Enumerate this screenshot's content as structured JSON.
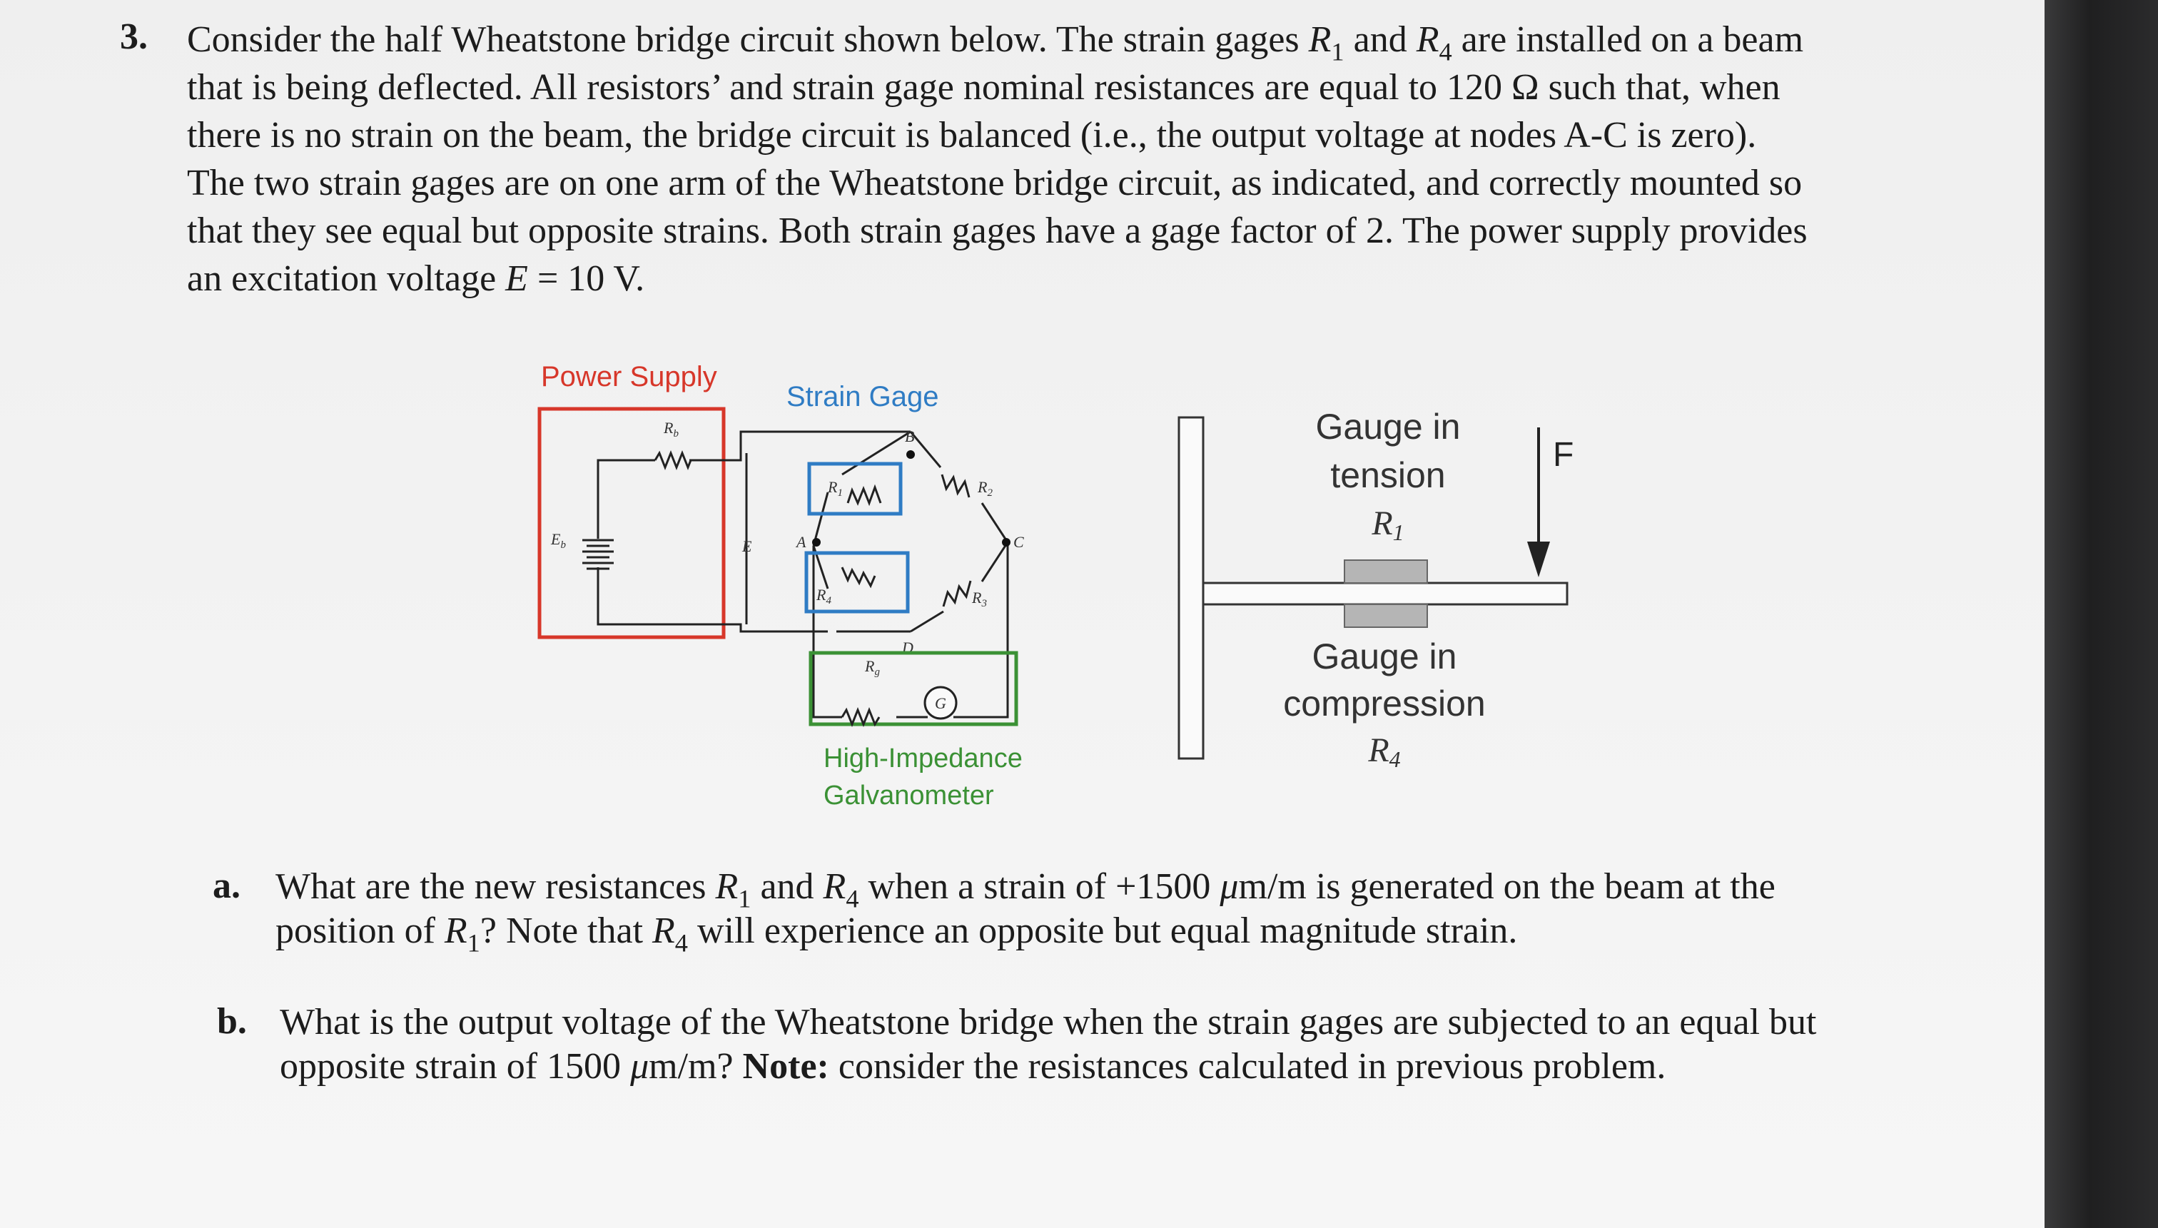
{
  "question": {
    "number": "3.",
    "intro_lines": [
      [
        "Consider the half Wheatstone bridge circuit shown below. The strain gages ",
        {
          "var": "R",
          "sub": "1"
        },
        " and ",
        {
          "var": "R",
          "sub": "4"
        },
        " are installed on a beam"
      ],
      [
        "that is being deflected. All resistors’ and strain gage nominal resistances are equal to 120 Ω such that, when"
      ],
      [
        "there is no strain on the beam, the bridge circuit is balanced (i.e., the output voltage at nodes A-C is zero)."
      ],
      [
        "The two strain gages are on one arm of the Wheatstone bridge circuit, as indicated, and correctly mounted so"
      ],
      [
        "that they see equal but opposite strains. Both strain gages have a gage factor of 2. The power supply provides"
      ],
      [
        "an excitation voltage ",
        {
          "var": "E"
        },
        " = 10 V."
      ]
    ]
  },
  "circuit": {
    "power_supply_label": "Power Supply",
    "strain_gage_label": "Strain Gage",
    "galvanometer_label_line1": "High-Impedance",
    "galvanometer_label_line2": "Galvanometer",
    "labels": {
      "rb": "Rb",
      "eb": "Eb",
      "e": "E",
      "b": "B",
      "a": "A",
      "c": "C",
      "d": "D",
      "r1": "R1",
      "r2": "R2",
      "r3": "R3",
      "r4": "R4",
      "rg": "Rg",
      "g": "G"
    },
    "colors": {
      "power_supply": "#d7372a",
      "strain_gage": "#2f7cc4",
      "galvanometer": "#3b9135"
    }
  },
  "beam": {
    "tension_line1": "Gauge in",
    "tension_line2": "tension",
    "tension_r": "R",
    "tension_sub": "1",
    "compression_line1": "Gauge in",
    "compression_line2": "compression",
    "compression_r": "R",
    "compression_sub": "4",
    "force": "F"
  },
  "parts": [
    {
      "label": "a.",
      "lines": [
        [
          "What are the new resistances ",
          {
            "var": "R",
            "sub": "1"
          },
          " and ",
          {
            "var": "R",
            "sub": "4"
          },
          " when a strain of +1500 ",
          {
            "var": "μ"
          },
          "m/m is generated on the beam at the"
        ],
        [
          "position of ",
          {
            "var": "R",
            "sub": "1"
          },
          "? Note that ",
          {
            "var": "R",
            "sub": "4"
          },
          " will experience an opposite but equal magnitude strain."
        ]
      ]
    },
    {
      "label": "b.",
      "lines": [
        [
          "What is the output voltage of the Wheatstone bridge when the strain gages are subjected to an equal but"
        ],
        [
          "opposite strain of 1500 ",
          {
            "var": "μ"
          },
          "m/m? ",
          {
            "bold": "Note:"
          },
          " consider the resistances calculated in previous problem."
        ]
      ]
    }
  ]
}
